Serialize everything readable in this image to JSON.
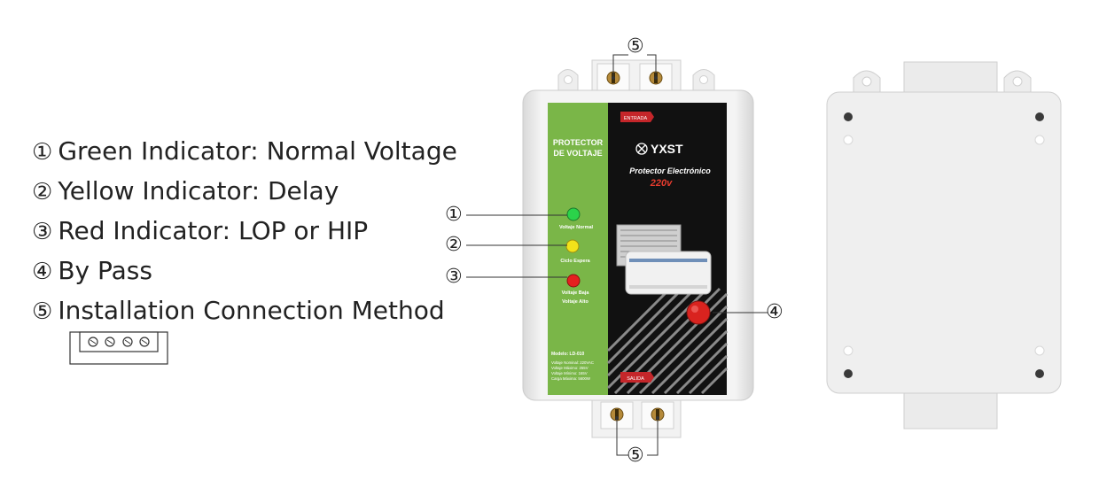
{
  "legend": {
    "items": [
      {
        "num": "①",
        "text": "Green Indicator: Normal Voltage"
      },
      {
        "num": "②",
        "text": "Yellow Indicator: Delay"
      },
      {
        "num": "③",
        "text": "Red Indicator: LOP or HIP"
      },
      {
        "num": "④",
        "text": "By Pass"
      },
      {
        "num": "⑤",
        "text": "Installation Connection Method"
      }
    ]
  },
  "device": {
    "brand": "YXST",
    "side_title_1": "PROTECTOR",
    "side_title_2": "DE VOLTAJE",
    "entrada": "ENTRADA",
    "salida": "SALIDA",
    "product_name": "Protector Electrónico",
    "voltage": "220v",
    "led_green_label": "Voltaje Normal",
    "led_yellow_label": "Ciclo Espera",
    "led_red_label_1": "Voltaje Baja",
    "led_red_label_2": "Voltaje Alto",
    "model": "Modelo: LD-010",
    "spec_1": "Voltaje Nominal: 220VAC",
    "spec_2": "Voltaje Máximo: 255V",
    "spec_3": "Voltaje Mínimo: 165V",
    "spec_4": "Carga Máxima: 5600W"
  },
  "callouts": {
    "c1": "①",
    "c2": "②",
    "c3": "③",
    "c4": "④",
    "c5_top": "⑤",
    "c5_bottom": "⑤"
  },
  "colors": {
    "green_panel": "#7ab648",
    "dark_panel": "#111111",
    "led_green": "#2bd34a",
    "led_yellow": "#f2e21a",
    "led_red": "#e5201f",
    "bypass_button": "#d9231f",
    "label_red": "#c5262a",
    "voltage_red": "#e53b2e"
  }
}
